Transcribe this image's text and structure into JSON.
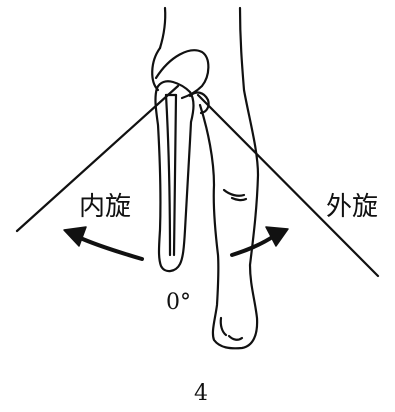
{
  "figure": {
    "label_internal_rotation": "内旋",
    "label_external_rotation": "外旋",
    "label_zero_angle": "0°",
    "page_number": "4"
  }
}
